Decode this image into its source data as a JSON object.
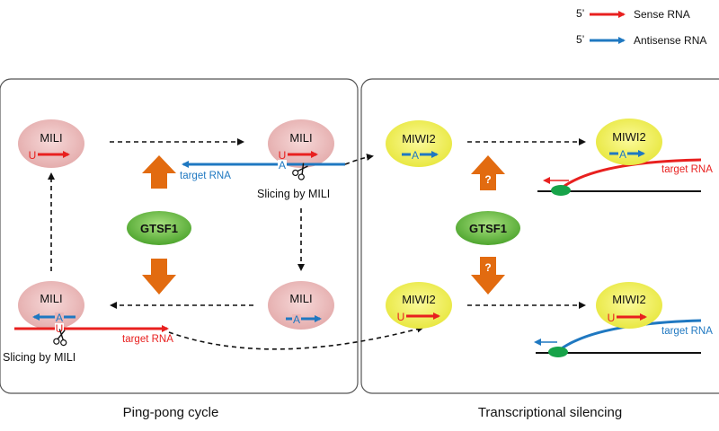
{
  "legend": {
    "prime": "5’",
    "sense_label": "Sense RNA",
    "antisense_label": "Antisense RNA"
  },
  "panels": {
    "left_caption": "Ping-pong cycle",
    "right_caption": "Transcriptional silencing"
  },
  "proteins": {
    "mili": "MILI",
    "miwi2": "MIWI2",
    "gtsf1": "GTSF1"
  },
  "bases": {
    "u": "U",
    "a": "A"
  },
  "labels": {
    "target_rna": "target RNA",
    "slicing": "Slicing by MILI",
    "question": "?"
  },
  "colors": {
    "sense": "#e8201f",
    "antisense": "#1f78c1",
    "mili_fill": "#e8b4b4",
    "miwi2_fill": "#f0ef4a",
    "gtsf1_fill": "#5cb838",
    "orange_arrow": "#e26b10",
    "dna_marker": "#17a349"
  }
}
